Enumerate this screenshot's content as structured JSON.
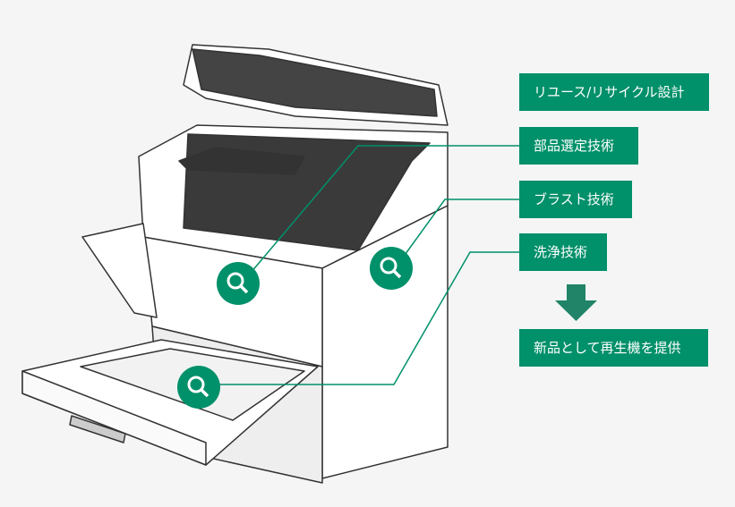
{
  "labels": {
    "reuse_recycle_design": "リユース/リサイクル設計",
    "parts_selection": "部品選定技術",
    "blast": "ブラスト技術",
    "cleaning": "洗浄技術",
    "result": "新品として再生機を提供"
  },
  "icons": [
    "magnifier-icon",
    "down-arrow-icon"
  ],
  "colors": {
    "accent": "#00906a",
    "arrow": "#218468",
    "background": "#f5f5f5",
    "printer_dark": "#3a3a3a"
  }
}
